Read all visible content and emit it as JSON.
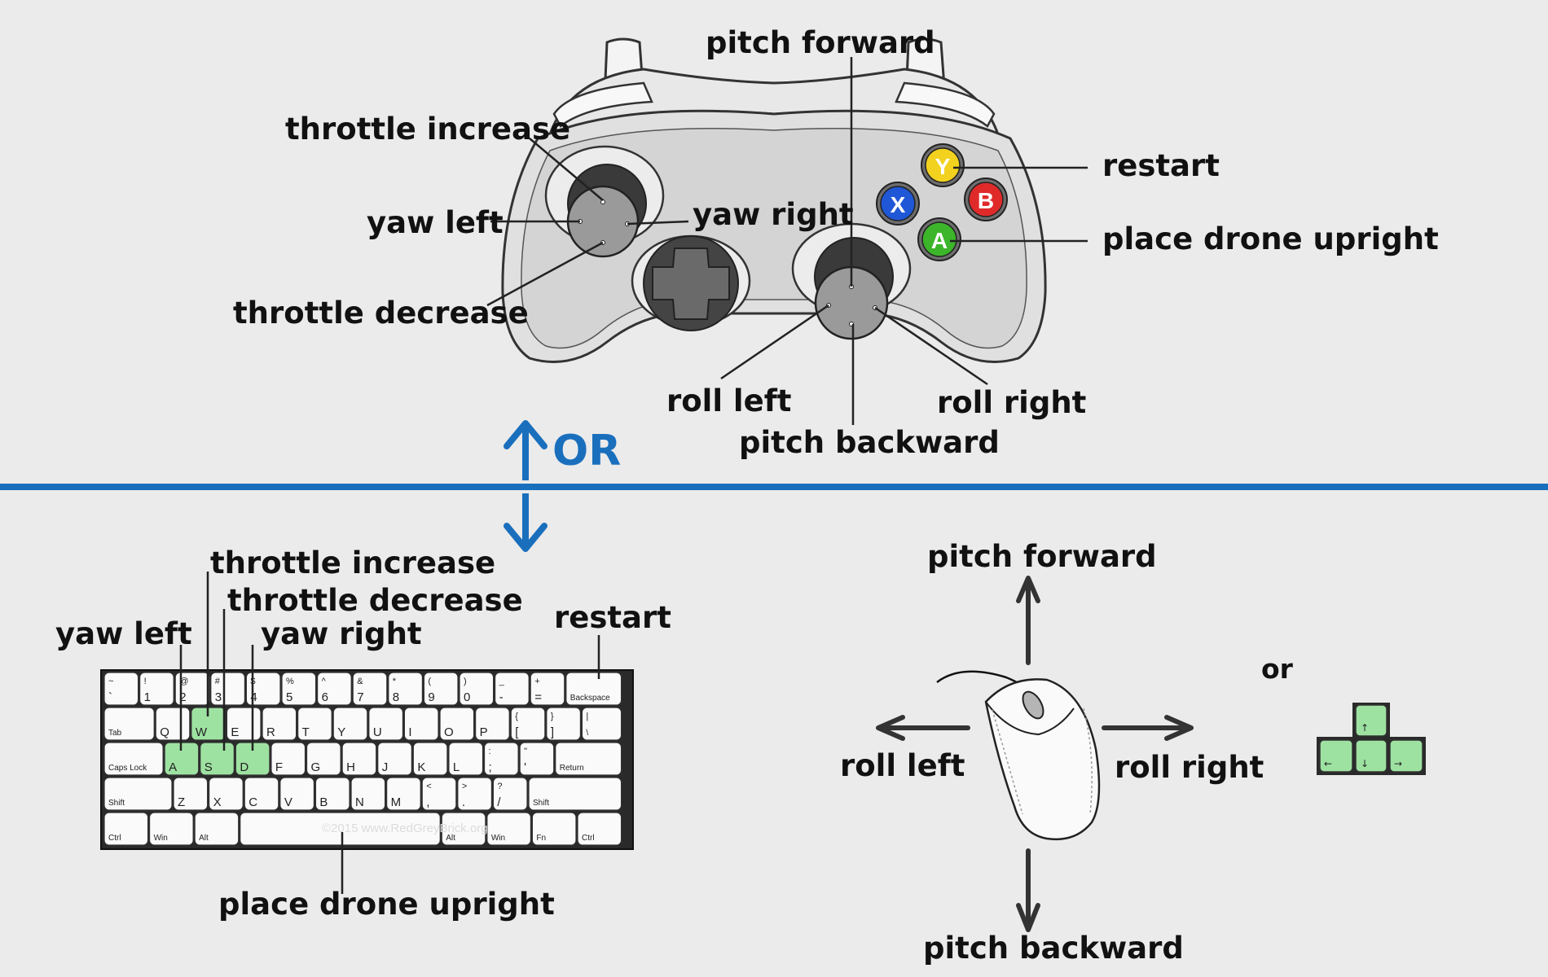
{
  "gamepad": {
    "labels": {
      "pitch_forward": "pitch forward",
      "throttle_increase": "throttle increase",
      "yaw_left": "yaw left",
      "yaw_right": "yaw right",
      "throttle_decrease": "throttle decrease",
      "restart": "restart",
      "place_drone_upright": "place drone upright",
      "roll_left": "roll left",
      "roll_right": "roll right",
      "pitch_backward": "pitch backward"
    },
    "buttons": {
      "y": "Y",
      "b": "B",
      "x": "X",
      "a": "A"
    },
    "colors": {
      "y": "#f2d21e",
      "b": "#e02a2a",
      "x": "#1f57d6",
      "a": "#3cb52a"
    }
  },
  "divider": {
    "or_text": "OR",
    "color": "#1a6fbd"
  },
  "keyboard": {
    "labels": {
      "throttle_increase": "throttle increase",
      "throttle_decrease": "throttle decrease",
      "yaw_left": "yaw left",
      "yaw_right": "yaw right",
      "restart": "restart",
      "place_drone_upright": "place drone upright"
    },
    "highlight_color": "#9ee2a2",
    "highlighted_keys": [
      "W",
      "A",
      "S",
      "D"
    ],
    "watermark": "©2015 www.RedGreyBrick.org",
    "rows": [
      [
        [
          "~",
          "`"
        ],
        [
          "!",
          "1"
        ],
        [
          "@",
          "2"
        ],
        [
          "#",
          "3"
        ],
        [
          "$",
          "4"
        ],
        [
          "%",
          "5"
        ],
        [
          "^",
          "6"
        ],
        [
          "&",
          "7"
        ],
        [
          "*",
          "8"
        ],
        [
          "(",
          "9"
        ],
        [
          ")",
          "0"
        ],
        [
          "_",
          "-"
        ],
        [
          "+",
          "="
        ],
        [
          "",
          "Backspace"
        ]
      ],
      [
        [
          "",
          "Tab"
        ],
        [
          "",
          "Q"
        ],
        [
          "",
          "W"
        ],
        [
          "",
          "E"
        ],
        [
          "",
          "R"
        ],
        [
          "",
          "T"
        ],
        [
          "",
          "Y"
        ],
        [
          "",
          "U"
        ],
        [
          "",
          "I"
        ],
        [
          "",
          "O"
        ],
        [
          "",
          "P"
        ],
        [
          "{",
          "["
        ],
        [
          "}",
          "]"
        ],
        [
          "|",
          "\\"
        ]
      ],
      [
        [
          "",
          "Caps Lock"
        ],
        [
          "",
          "A"
        ],
        [
          "",
          "S"
        ],
        [
          "",
          "D"
        ],
        [
          "",
          "F"
        ],
        [
          "",
          "G"
        ],
        [
          "",
          "H"
        ],
        [
          "",
          "J"
        ],
        [
          "",
          "K"
        ],
        [
          "",
          "L"
        ],
        [
          ":",
          ";"
        ],
        [
          "\"",
          "'"
        ],
        [
          "",
          "Return"
        ]
      ],
      [
        [
          "",
          "Shift"
        ],
        [
          "",
          "Z"
        ],
        [
          "",
          "X"
        ],
        [
          "",
          "C"
        ],
        [
          "",
          "V"
        ],
        [
          "",
          "B"
        ],
        [
          "",
          "N"
        ],
        [
          "",
          "M"
        ],
        [
          "<",
          ","
        ],
        [
          ">",
          "."
        ],
        [
          "?",
          "/"
        ],
        [
          "",
          "Shift"
        ]
      ],
      [
        [
          "",
          "Ctrl"
        ],
        [
          "",
          "Win"
        ],
        [
          "",
          "Alt"
        ],
        [
          "",
          ""
        ],
        [
          "",
          "Alt"
        ],
        [
          "",
          "Win"
        ],
        [
          "",
          "Fn"
        ],
        [
          "",
          "Ctrl"
        ]
      ]
    ]
  },
  "mouse": {
    "labels": {
      "pitch_forward": "pitch forward",
      "roll_left": "roll left",
      "roll_right": "roll right",
      "pitch_backward": "pitch backward"
    }
  },
  "arrow_keys": {
    "or_text": "or",
    "glyphs": {
      "up": "↑",
      "left": "←",
      "down": "↓",
      "right": "→"
    }
  }
}
